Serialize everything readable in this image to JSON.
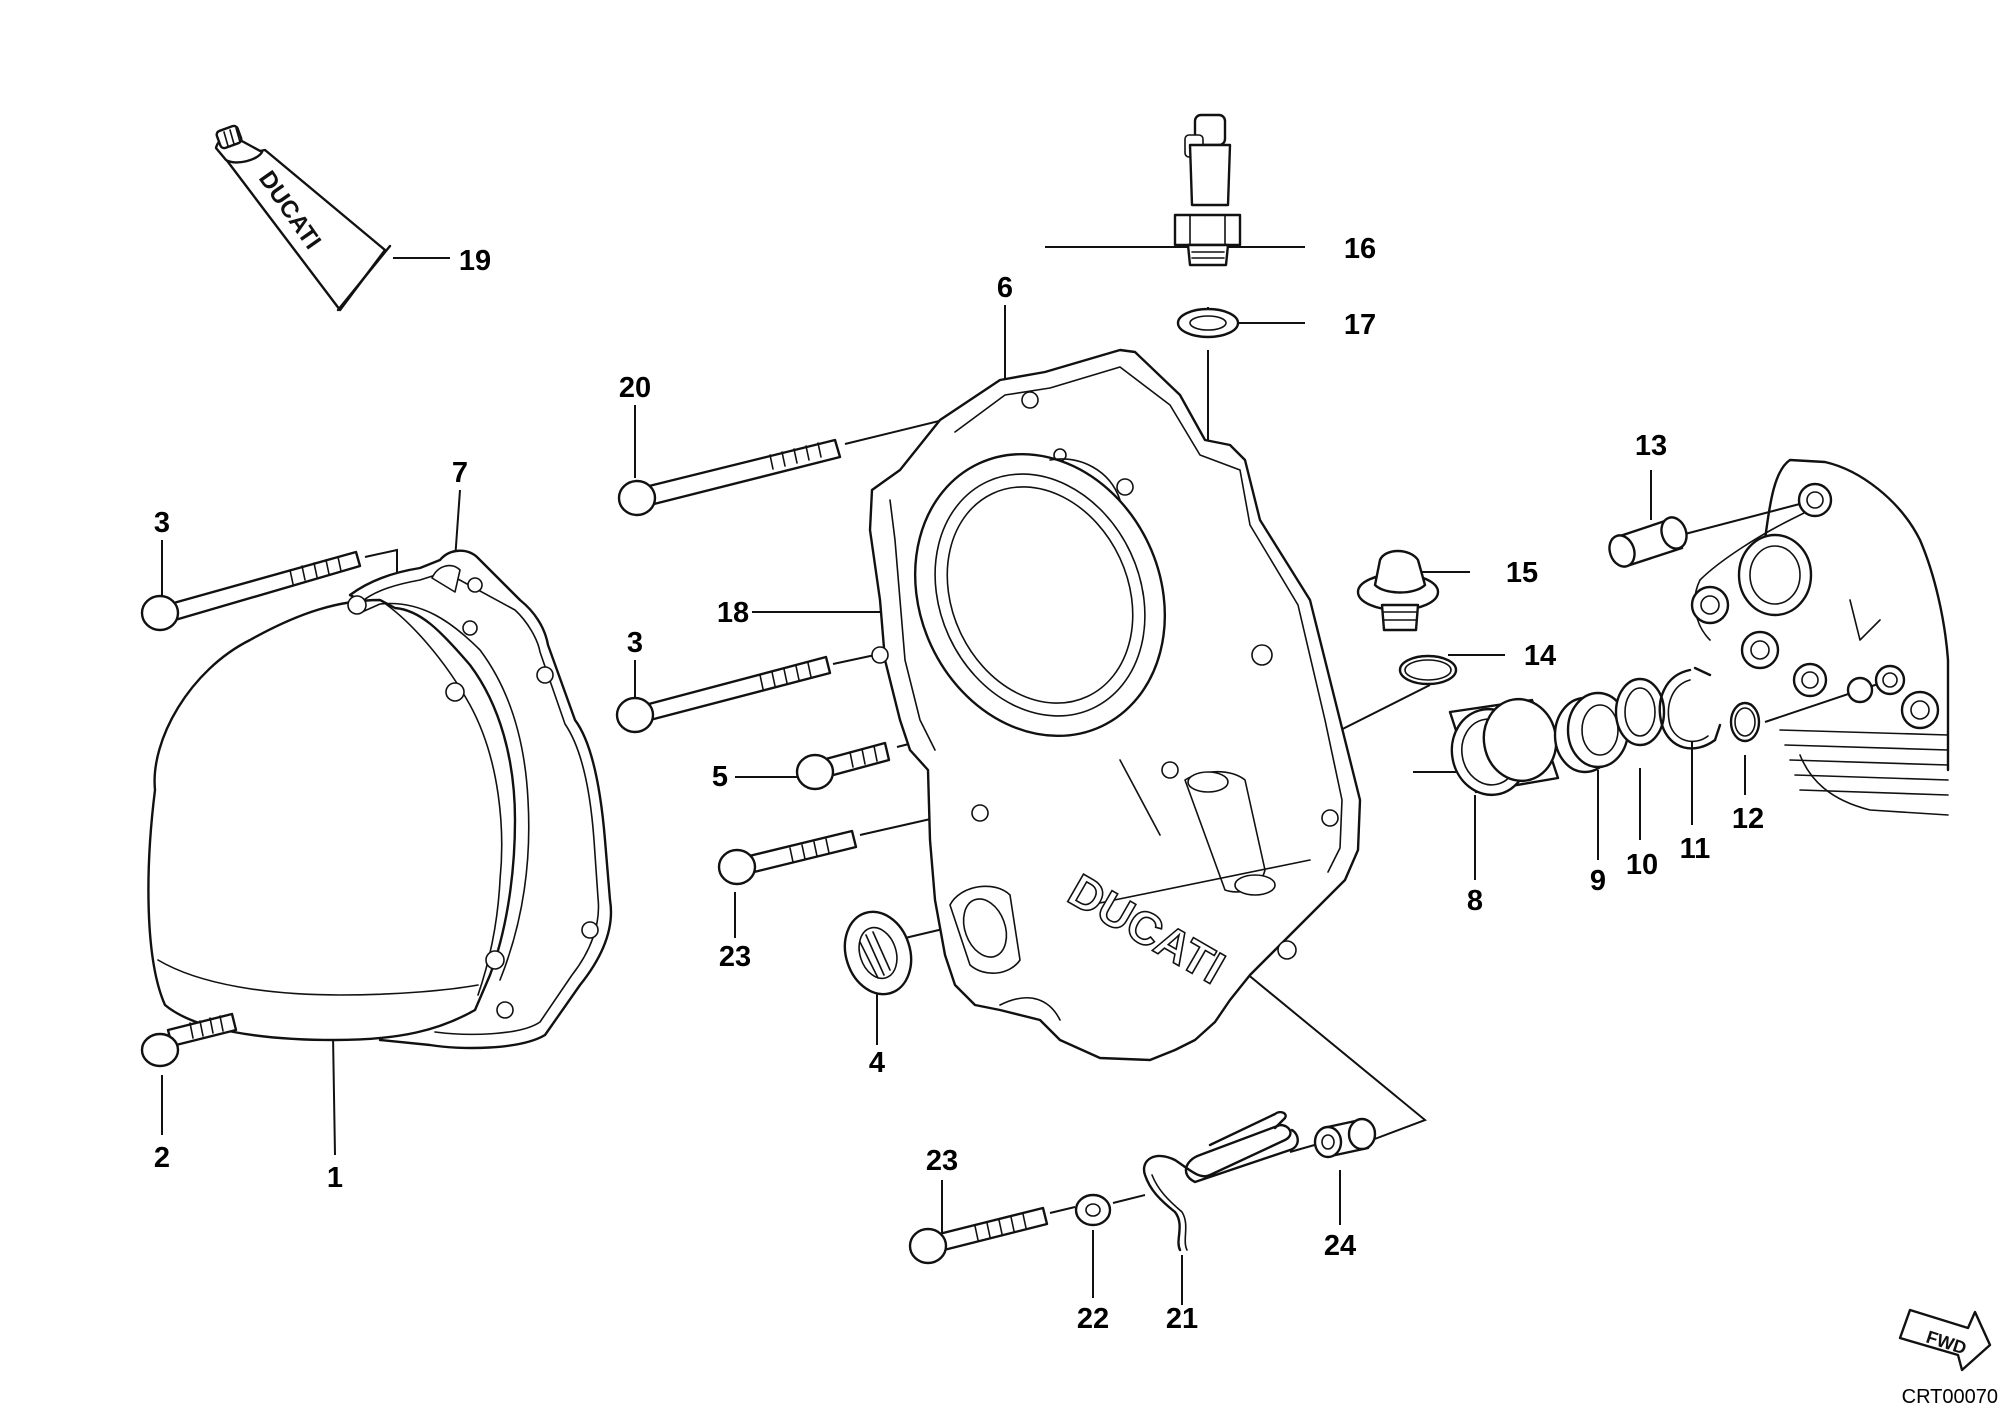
{
  "callouts": [
    {
      "label": "1"
    },
    {
      "label": "2"
    },
    {
      "label": "3"
    },
    {
      "label": "3"
    },
    {
      "label": "4"
    },
    {
      "label": "5"
    },
    {
      "label": "6"
    },
    {
      "label": "7"
    },
    {
      "label": "8"
    },
    {
      "label": "9"
    },
    {
      "label": "10"
    },
    {
      "label": "11"
    },
    {
      "label": "12"
    },
    {
      "label": "13"
    },
    {
      "label": "14"
    },
    {
      "label": "15"
    },
    {
      "label": "16"
    },
    {
      "label": "17"
    },
    {
      "label": "18"
    },
    {
      "label": "19"
    },
    {
      "label": "20"
    },
    {
      "label": "21"
    },
    {
      "label": "22"
    },
    {
      "label": "23"
    },
    {
      "label": "23"
    },
    {
      "label": "24"
    }
  ],
  "cover_brand": "DUCATI",
  "tube_brand": "DUCATI",
  "direction_badge": "FWD",
  "diagram_code": "CRT00070",
  "icons": {
    "direction": "fwd-arrow-icon",
    "tube": "grease-tube-icon"
  }
}
